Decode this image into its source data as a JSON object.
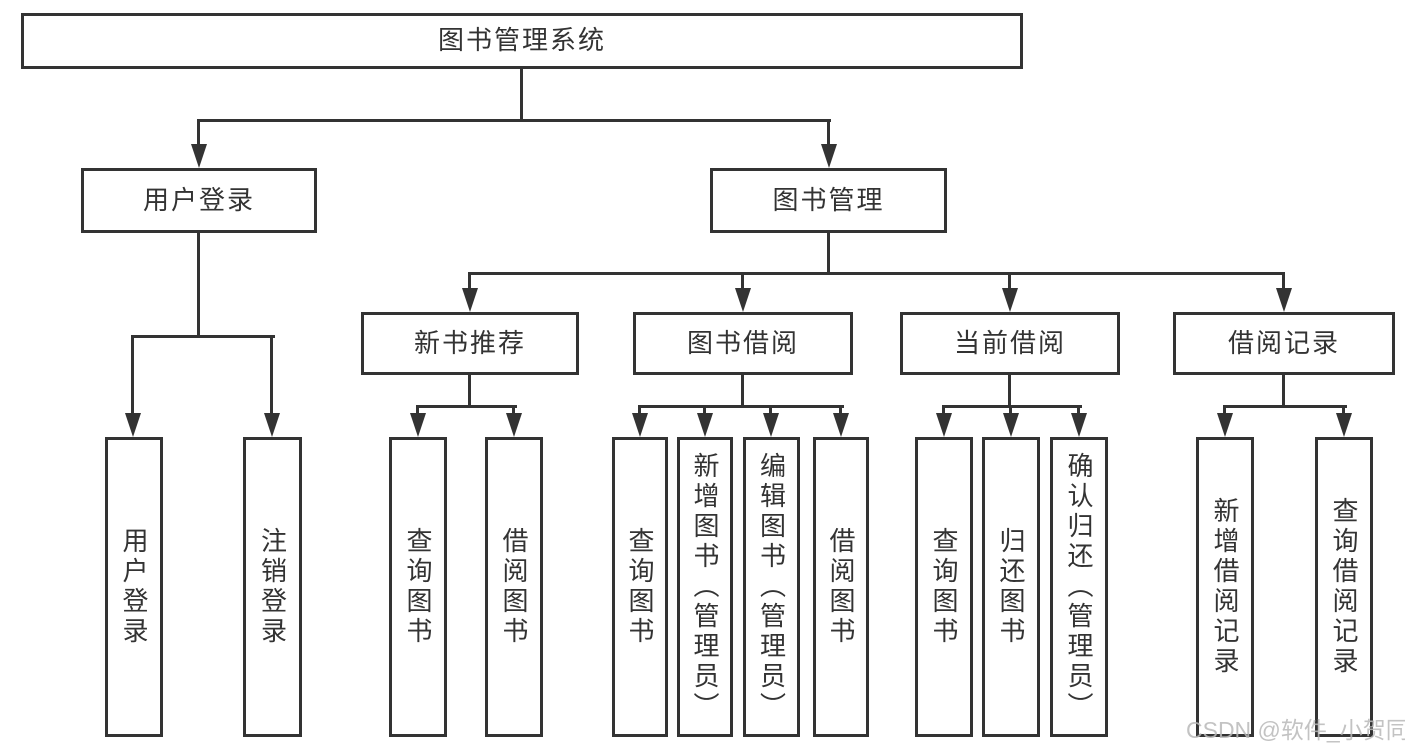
{
  "colors": {
    "background": "#ffffff",
    "box_fill": "#ffffff",
    "line": "#333333",
    "text": "#333333",
    "watermark": "#b9b9b9"
  },
  "nodes": {
    "root": {
      "label": "图书管理系统"
    },
    "user_login": {
      "label": "用户登录"
    },
    "book_mgmt": {
      "label": "图书管理"
    },
    "new_books": {
      "label": "新书推荐"
    },
    "book_borrow": {
      "label": "图书借阅"
    },
    "current_borrow": {
      "label": "当前借阅"
    },
    "borrow_records": {
      "label": "借阅记录"
    },
    "leaf_user_login": {
      "label": "用户登录"
    },
    "leaf_logout": {
      "label": "注销登录"
    },
    "leaf_nb_query": {
      "label": "查询图书"
    },
    "leaf_nb_borrow": {
      "label": "借阅图书"
    },
    "leaf_bb_query": {
      "label": "查询图书"
    },
    "leaf_bb_add": {
      "label": "新增图书（管理员）"
    },
    "leaf_bb_edit": {
      "label": "编辑图书（管理员）"
    },
    "leaf_bb_borrow": {
      "label": "借阅图书"
    },
    "leaf_cb_query": {
      "label": "查询图书"
    },
    "leaf_cb_return": {
      "label": "归还图书"
    },
    "leaf_cb_confirm": {
      "label": "确认归还（管理员）"
    },
    "leaf_br_add": {
      "label": "新增借阅记录"
    },
    "leaf_br_query": {
      "label": "查询借阅记录"
    }
  },
  "tree": {
    "图书管理系统": {
      "用户登录": [
        "用户登录",
        "注销登录"
      ],
      "图书管理": {
        "新书推荐": [
          "查询图书",
          "借阅图书"
        ],
        "图书借阅": [
          "查询图书",
          "新增图书（管理员）",
          "编辑图书（管理员）",
          "借阅图书"
        ],
        "当前借阅": [
          "查询图书",
          "归还图书",
          "确认归还（管理员）"
        ],
        "借阅记录": [
          "新增借阅记录",
          "查询借阅记录"
        ]
      }
    }
  },
  "watermark": {
    "text": "CSDN @软件_小贺同学"
  }
}
